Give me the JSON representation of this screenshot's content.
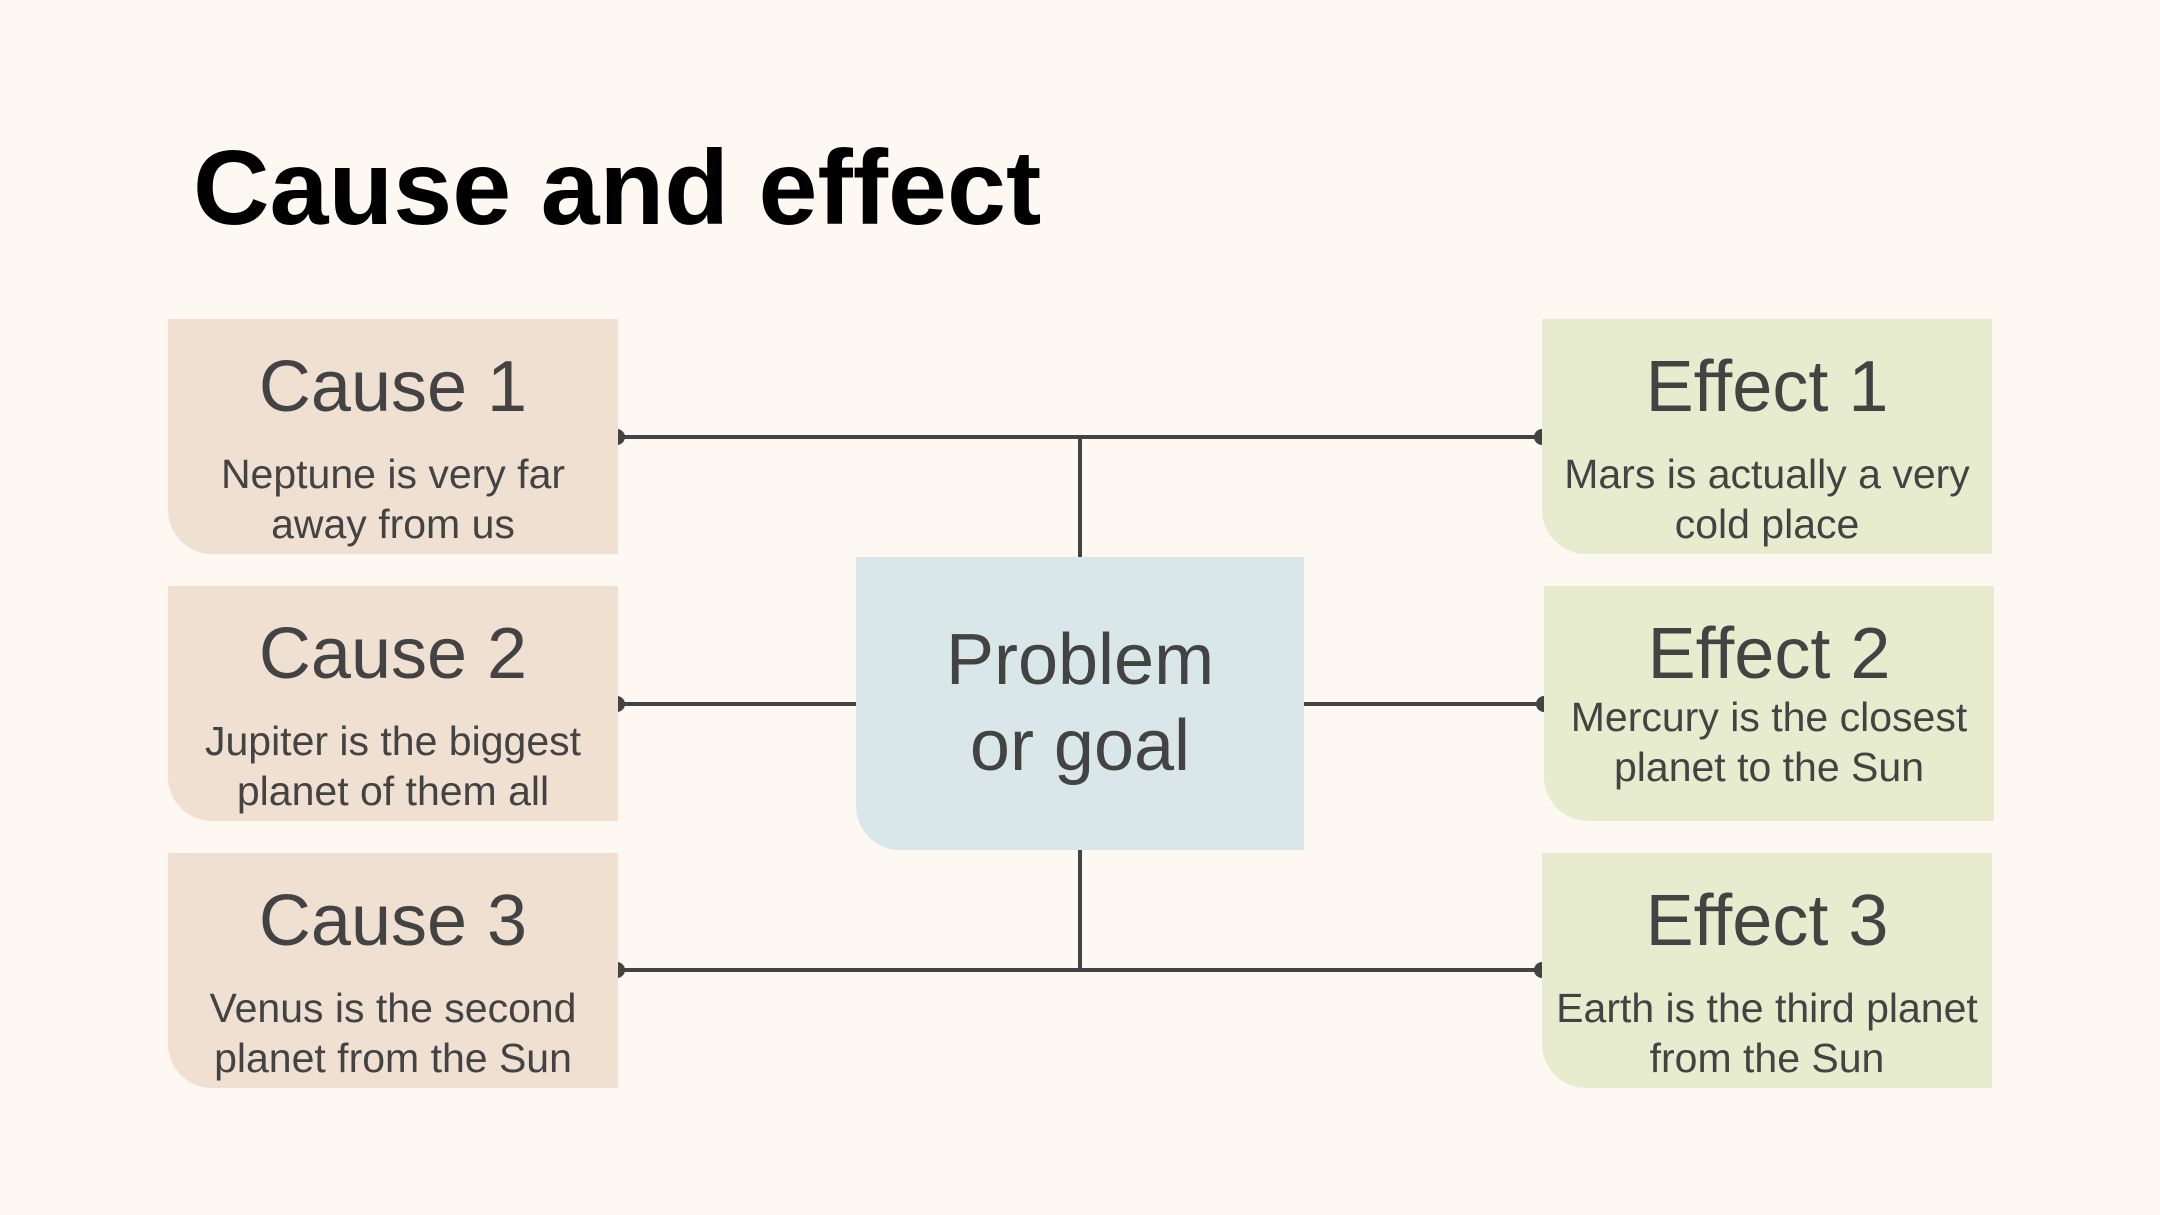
{
  "title": "Cause and effect",
  "center": {
    "label": "Problem\nor goal"
  },
  "causes": [
    {
      "heading": "Cause 1",
      "text": "Neptune is very far away from us"
    },
    {
      "heading": "Cause 2",
      "text": "Jupiter is the biggest planet of them all"
    },
    {
      "heading": "Cause 3",
      "text": "Venus is the second planet from the Sun"
    }
  ],
  "effects": [
    {
      "heading": "Effect 1",
      "text": "Mars is actually a very cold place"
    },
    {
      "heading": "Effect 2",
      "text": "Mercury is the closest planet to the Sun"
    },
    {
      "heading": "Effect 3",
      "text": "Earth is the third planet from the Sun"
    }
  ],
  "colors": {
    "background": "#fef8f2",
    "cause_fill": "#efe0d2",
    "effect_fill": "#e8ecce",
    "center_fill": "#d9e7e8",
    "line": "#434343",
    "text": "#434343"
  }
}
